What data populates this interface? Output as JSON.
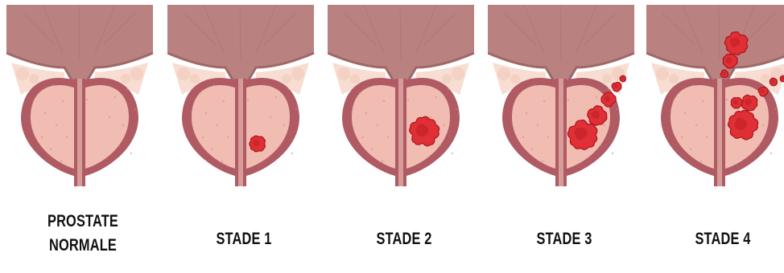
{
  "stages": [
    {
      "id": "normal",
      "label_lines": [
        "PROSTATE",
        "NORMALE"
      ],
      "tumor": "none"
    },
    {
      "id": "stade-1",
      "label_lines": [
        "STADE 1"
      ],
      "tumor": "small"
    },
    {
      "id": "stade-2",
      "label_lines": [
        "STADE 2"
      ],
      "tumor": "medium"
    },
    {
      "id": "stade-3",
      "label_lines": [
        "STADE 3"
      ],
      "tumor": "extending-outside"
    },
    {
      "id": "stade-4",
      "label_lines": [
        "STADE 4"
      ],
      "tumor": "metastatic-bladder"
    }
  ],
  "colors": {
    "bladder": "#b9817f",
    "bladder_dark": "#9e6866",
    "capsule": "#b05a63",
    "tissue": "#f1bdb3",
    "fat": "#f7ddd2",
    "urethra": "#d69d98",
    "tumor": "#e02f35",
    "tumor_dark": "#a8141c"
  }
}
